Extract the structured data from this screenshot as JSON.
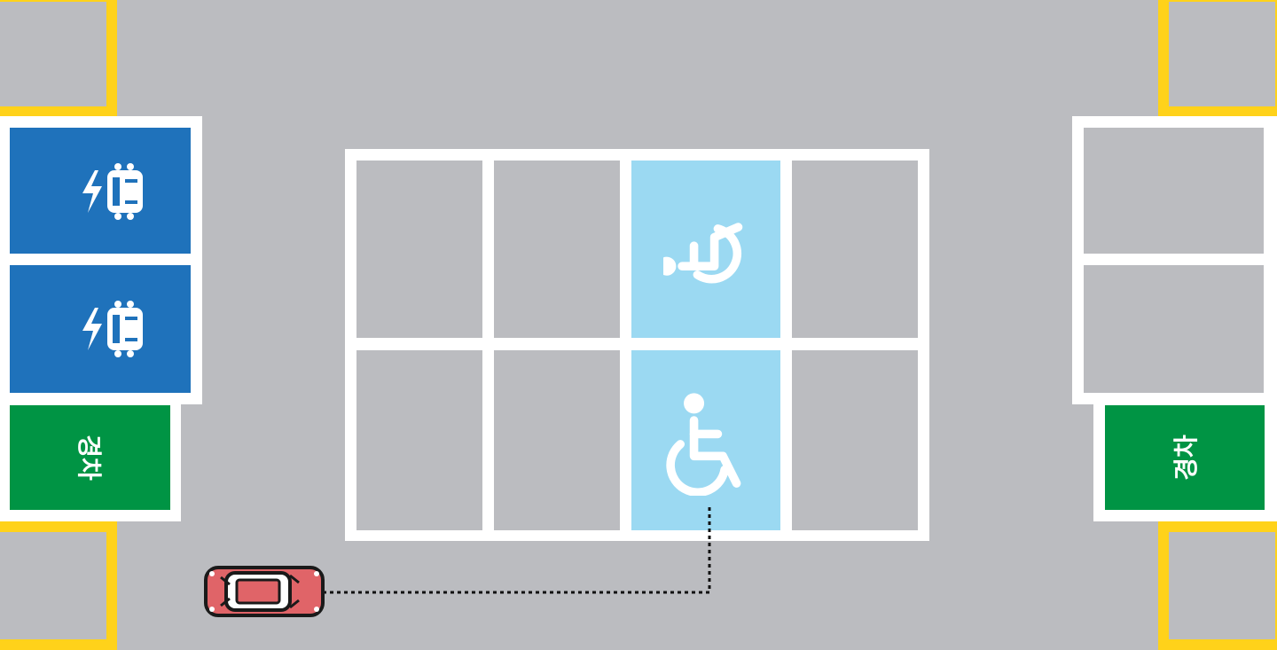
{
  "parking_lot": {
    "left_column": {
      "ev_spaces": [
        {
          "icon": "ev-charging-car-icon"
        },
        {
          "icon": "ev-charging-car-icon"
        }
      ],
      "compact_space": {
        "label": "경차"
      }
    },
    "right_column": {
      "compact_space": {
        "label": "경차"
      }
    },
    "center_block": {
      "accessible_spaces": [
        {
          "icon": "wheelchair-icon",
          "orientation": "rotated"
        },
        {
          "icon": "wheelchair-icon",
          "orientation": "upright"
        }
      ]
    },
    "vehicle": {
      "icon": "car-icon",
      "color": "#e06468"
    },
    "route": {
      "style": "dotted",
      "color": "#111111"
    }
  },
  "colors": {
    "asphalt": "#bbbcc0",
    "line_white": "#ffffff",
    "corner_yellow": "#ffd21a",
    "ev_blue": "#1f72bb",
    "compact_green": "#009444",
    "accessible_blue": "#9bd9f2"
  }
}
